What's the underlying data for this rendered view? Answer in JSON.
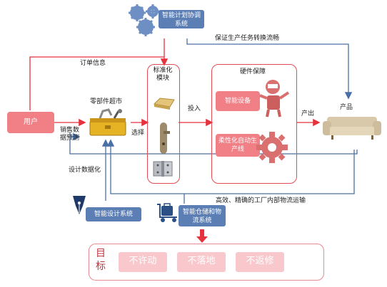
{
  "colors": {
    "red": "#e5323d",
    "blue": "#4a6fa5",
    "pink_box": "#f07f86",
    "light_pink": "#f9c8cc"
  },
  "nodes": {
    "planning": {
      "line1": "智能计划协调",
      "line2": "系统"
    },
    "user": "用户",
    "parts_market": "零部件超市",
    "standard_module": {
      "line1": "标准化",
      "line2": "模块"
    },
    "hardware": "硬件保障",
    "smart_equipment": "智能设备",
    "flexible_line": {
      "line1": "柔性化自动生",
      "line2": "产线"
    },
    "product": "产品",
    "design_system": "智能设计系统",
    "warehouse": {
      "line1": "智能仓储和物",
      "line2": "流系统"
    }
  },
  "edges": {
    "ensure_flow": "保证生产任务转换流畅",
    "order_info": "订单信息",
    "sales_forecast": {
      "line1": "销售数",
      "line2": "据预测"
    },
    "select": "选择",
    "input": "投入",
    "output": "产出",
    "design_data": "设计数据化",
    "logistics": "高效、精确的工厂内部物流运输"
  },
  "goal": {
    "label": "目标",
    "items": [
      "不许动",
      "不落地",
      "不返修"
    ]
  },
  "icons": [
    "gear-cluster-icon",
    "toolbox-icon",
    "gold-bar-icon",
    "door-handle-icon",
    "hinge-icon",
    "robot-icon",
    "gear-icon",
    "sofa-icon",
    "fountain-pen-icon",
    "luggage-cart-icon",
    "down-arrow-icon"
  ]
}
